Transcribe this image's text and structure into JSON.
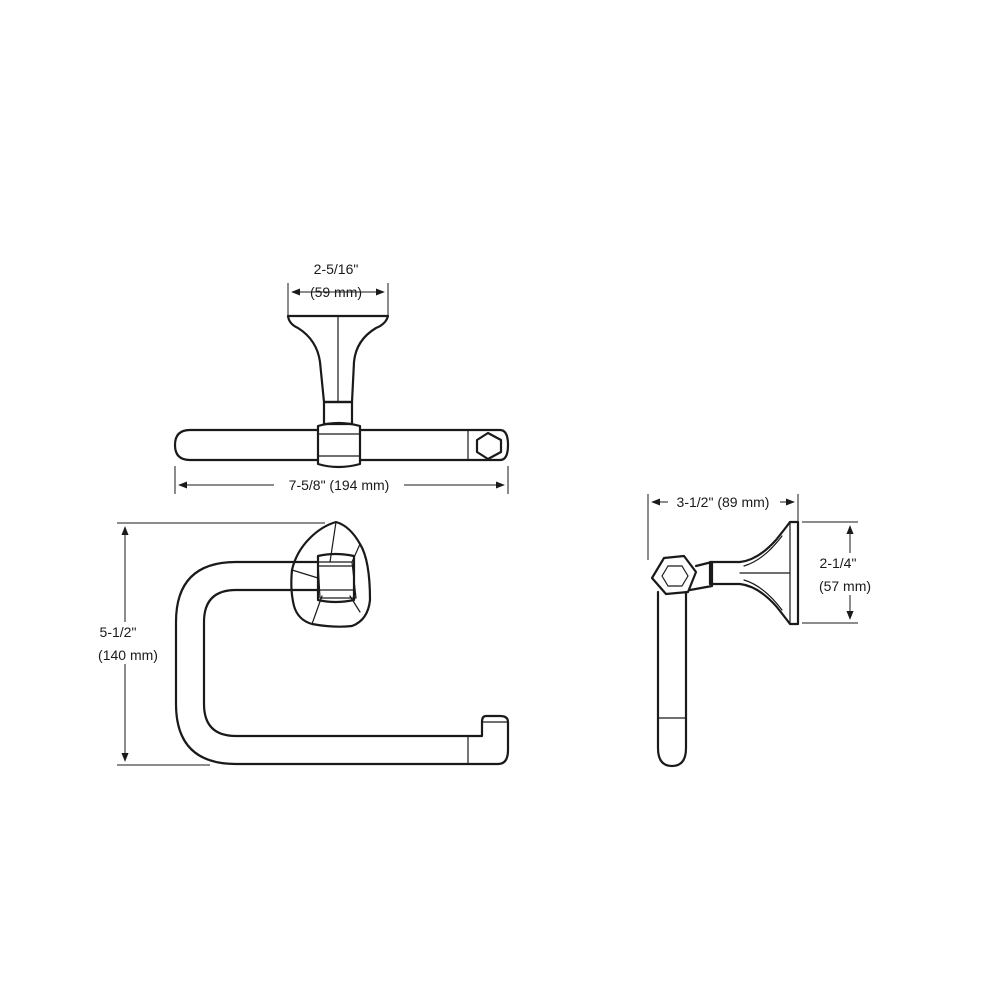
{
  "dimensions": {
    "top_width": {
      "imperial": "2-5/16\"",
      "metric": "(59 mm)"
    },
    "overall_length": {
      "text": "7-5/8\" (194 mm)"
    },
    "height": {
      "imperial": "5-1/2\"",
      "metric": "(140 mm)"
    },
    "projection": {
      "text": "3-1/2\" (89 mm)"
    },
    "base_height": {
      "imperial": "2-1/4\"",
      "metric": "(57 mm)"
    }
  },
  "colors": {
    "line": "#1a1a1a",
    "background": "#ffffff"
  }
}
